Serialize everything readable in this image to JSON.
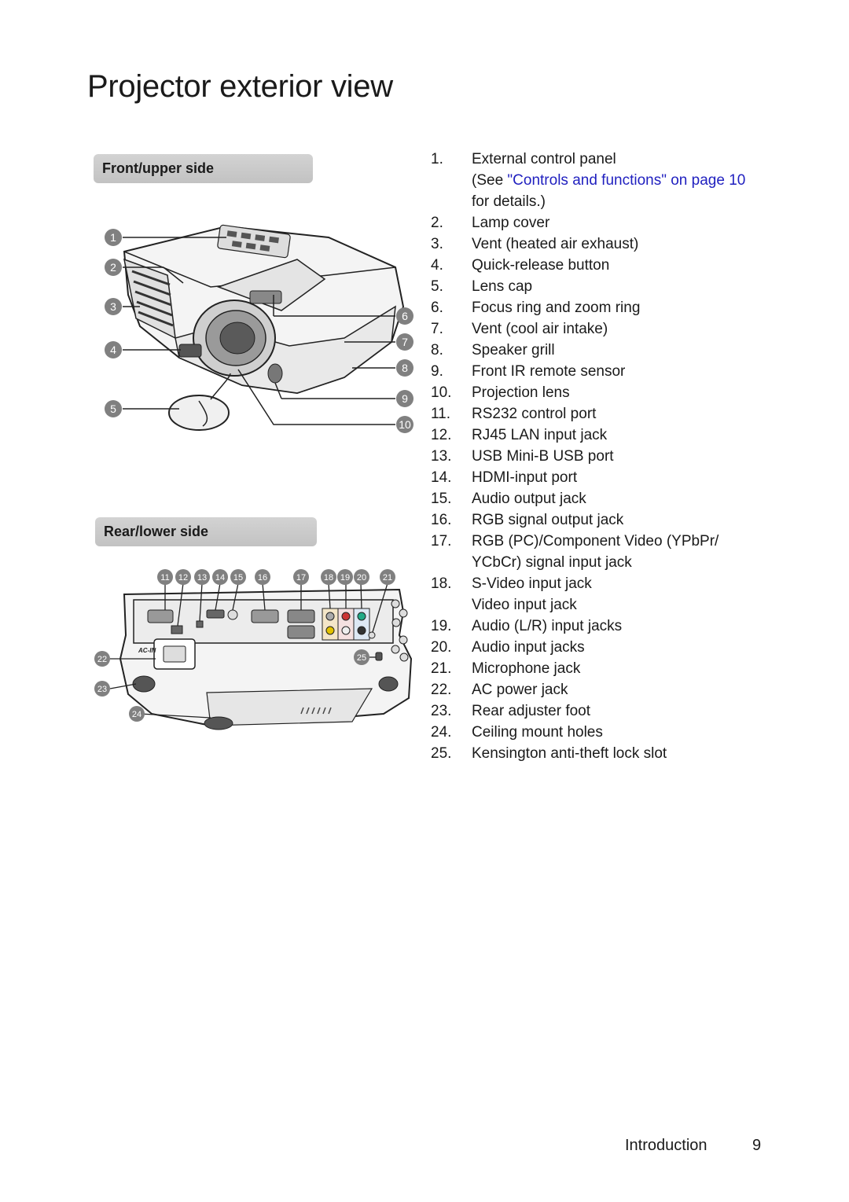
{
  "page_title": "Projector exterior view",
  "sections": {
    "front": "Front/upper side",
    "rear": "Rear/lower side"
  },
  "front_callouts": [
    "1",
    "2",
    "3",
    "4",
    "5",
    "6",
    "7",
    "8",
    "9",
    "10"
  ],
  "rear_callouts": [
    "11",
    "12",
    "13",
    "14",
    "15",
    "16",
    "17",
    "18",
    "19",
    "20",
    "21",
    "22",
    "23",
    "24",
    "25"
  ],
  "parts": [
    {
      "num": "1.",
      "label": "External control panel",
      "note_prefix": "(See ",
      "note_link": "\"Controls and functions\" on page 10",
      "note_suffix": "for details.)"
    },
    {
      "num": "2.",
      "label": "Lamp cover"
    },
    {
      "num": "3.",
      "label": "Vent (heated air exhaust)"
    },
    {
      "num": "4.",
      "label": "Quick-release button"
    },
    {
      "num": "5.",
      "label": "Lens cap"
    },
    {
      "num": "6.",
      "label": "Focus ring and zoom ring"
    },
    {
      "num": "7.",
      "label": "Vent (cool air intake)"
    },
    {
      "num": "8.",
      "label": "Speaker grill"
    },
    {
      "num": "9.",
      "label": "Front IR remote sensor"
    },
    {
      "num": "10.",
      "label": "Projection lens"
    },
    {
      "num": "11.",
      "label": "RS232 control port"
    },
    {
      "num": "12.",
      "label": "RJ45 LAN input jack"
    },
    {
      "num": "13.",
      "label": "USB Mini-B USB port"
    },
    {
      "num": "14.",
      "label": "HDMI-input port"
    },
    {
      "num": "15.",
      "label": "Audio output jack"
    },
    {
      "num": "16.",
      "label": "RGB signal output jack"
    },
    {
      "num": "17.",
      "label": "RGB (PC)/Component Video (YPbPr/",
      "label2": "YCbCr) signal input jack"
    },
    {
      "num": "18.",
      "label": "S-Video input jack",
      "label2": "Video input jack"
    },
    {
      "num": "19.",
      "label": "Audio (L/R) input jacks"
    },
    {
      "num": "20.",
      "label": "Audio input jacks"
    },
    {
      "num": "21.",
      "label": "Microphone jack"
    },
    {
      "num": "22.",
      "label": "AC power jack"
    },
    {
      "num": "23.",
      "label": "Rear adjuster foot"
    },
    {
      "num": "24.",
      "label": "Ceiling mount holes"
    },
    {
      "num": "25.",
      "label": "Kensington anti-theft lock slot"
    }
  ],
  "panel_labels": {
    "ac_in": "AC-IN"
  },
  "footer": {
    "section": "Introduction",
    "page": "9"
  },
  "colors": {
    "link": "#1f1fbf",
    "callout_fill": "#808080",
    "header_bg": "#c8c8c8"
  }
}
